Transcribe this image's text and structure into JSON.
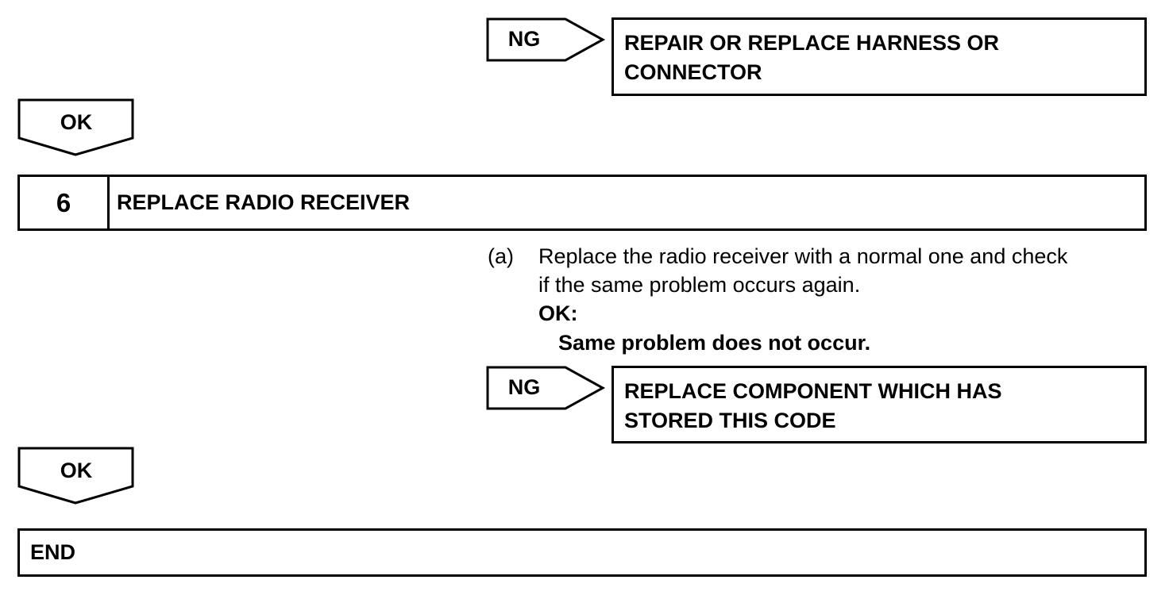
{
  "flow": {
    "ng_1": {
      "label": "NG",
      "result_lines": [
        "REPAIR OR REPLACE HARNESS OR",
        "CONNECTOR"
      ]
    },
    "ok_1": {
      "label": "OK"
    },
    "step_6": {
      "number": "6",
      "title": "REPLACE RADIO RECEIVER",
      "instruction": {
        "marker": "(a)",
        "lines": [
          "Replace the radio receiver with a normal one and check",
          "if the same problem occurs again."
        ],
        "ok_heading": "OK:",
        "ok_condition": "Same problem does not occur."
      }
    },
    "ng_2": {
      "label": "NG",
      "result_lines": [
        "REPLACE COMPONENT WHICH HAS",
        "STORED THIS CODE"
      ]
    },
    "ok_2": {
      "label": "OK"
    },
    "end": {
      "label": "END"
    }
  }
}
